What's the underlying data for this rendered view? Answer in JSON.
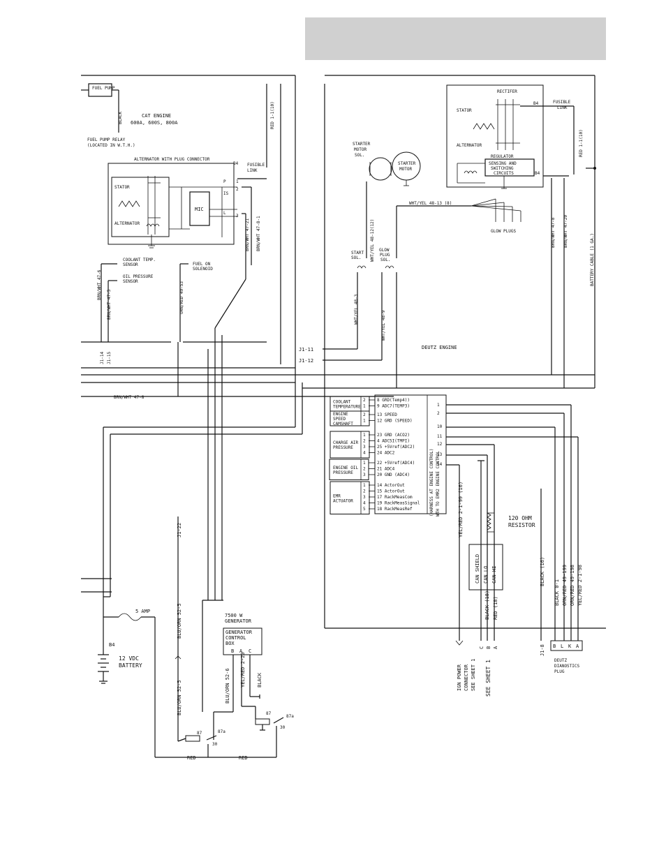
{
  "header": {
    "title": ""
  },
  "cat_section": {
    "fuel_pump": "FUEL PUMP",
    "black_wire": "BLACK",
    "title_line1": "CAT ENGINE",
    "title_line2": "600A, 600S, 800A",
    "fuel_pump_relay_line1": "FUEL PUMP RELAY",
    "fuel_pump_relay_line2": "(LOCATED IN W.T.H.)",
    "red_wire": "RED 1-1(10)",
    "alternator_title": "ALTERNATOR WITH PLUG CONNECTOR",
    "b4": "B4",
    "fusible_link_line1": "FUSIBLE",
    "fusible_link_line2": "LINK",
    "stator": "STATOR",
    "alternator": "ALTERNATOR",
    "mic": "MIC",
    "terminal_p": "P",
    "terminal_is": "IS",
    "terminal_l": "L",
    "pin1": "1",
    "pin2": "2",
    "pin3": "3",
    "brn_wht_47_8_1": "BRN/WHT 47-8-1",
    "brn_wht_47_21": "BRN/WHT 47-21",
    "coolant_sensor_line1": "COOLANT TEMP.",
    "coolant_sensor_line2": "SENSOR",
    "oil_sensor_line1": "OIL PRESSURE",
    "oil_sensor_line2": "SENSOR",
    "fuel_solenoid_line1": "FUEL ON",
    "fuel_solenoid_line2": "SOLENOID",
    "brn_wht_47_6": "BRN/WHT 47-6",
    "brn_wht_47_5": "BRN/WHT 47-5",
    "orn_red_49_53": "ORN/RED 49-53",
    "j1_14": "J1-14",
    "j1_15": "J1-15",
    "brn_wht_47_8": "BRN/WHT 47-8"
  },
  "deutz_section": {
    "starter_motor_sol_line1": "STARTER",
    "starter_motor_sol_line2": "MOTOR",
    "starter_motor_sol_line3": "SOL.",
    "starter_motor_line1": "STARTER",
    "starter_motor_line2": "MOTOR",
    "rectifier": "RECTIFER",
    "stator": "STATOR",
    "alternator": "ALTERNATOR",
    "regulator": "REGULATOR",
    "sensing_line1": "SENSING AND",
    "sensing_line2": "SWITCHING",
    "sensing_line3": "CIRCUITS",
    "b4_top": "B4",
    "b4_bottom": "B4",
    "fusible_link_line1": "FUSIBLE",
    "fusible_link_line2": "LINK",
    "red_wire": "RED 1-1(10)",
    "wht_yel_48_12": "WHT/YEL 48-12(12)",
    "wht_yel_48_13": "WHT/YEL 48-13 (8)",
    "glow_plugs": "GLOW PLUGS",
    "brn_wht_47_8": "BRN/WHT 47-8",
    "brn_wht_47_20": "BRN/WHT 47-20",
    "battery_cable": "BATTERY CABLE (1 GA.)",
    "start_sol_line1": "START",
    "start_sol_line2": "SOL.",
    "glow_plug_sol_line1": "GLOW",
    "glow_plug_sol_line2": "PLUG",
    "glow_plug_sol_line3": "SOL.",
    "wht_yel_48_3": "WHT/YEL 48-3",
    "wht_yel_48_9": "WHT/YEL 48-9",
    "j1_11": "J1-11",
    "j1_12": "J1-12",
    "title": "DEUTZ ENGINE"
  },
  "emr2": {
    "sensors": [
      {
        "name": [
          "COOLANT",
          "TEMPERATURE"
        ],
        "pins": [
          "2",
          "1"
        ],
        "signals": [
          "8 GRD(Temp4))",
          "9 ADC7(TEMP3)"
        ]
      },
      {
        "name": [
          "ENGINE",
          "SPEED",
          "CAMSHAFT"
        ],
        "pins": [
          "2",
          "1"
        ],
        "signals": [
          "13 SPEED",
          "12 GRD (SPEED)"
        ]
      },
      {
        "name": [
          "CHARGE AIR",
          "PRESSURE"
        ],
        "pins": [
          "1",
          "2",
          "3",
          "4"
        ],
        "signals": [
          "23 GRD (ACO2)",
          "4 ADC5I(TMPI)",
          "25 +5Vref(ADC2)",
          "24 ADC2"
        ]
      },
      {
        "name": [
          "ENGINE OIL",
          "PRESSURE"
        ],
        "pins": [
          "1",
          "2",
          "3"
        ],
        "signals": [
          "22 +5Vref(ADC4)",
          "21 ADC4",
          "20 GND (ADC4)"
        ]
      },
      {
        "name": [
          "EMR",
          "ACTUATOR"
        ],
        "pins": [
          "1",
          "2",
          "3",
          "4",
          "5"
        ],
        "signals": [
          "14 ActorOut",
          "15 ActorOut",
          "17 RackMeasCom",
          "19 RackMeasSignal",
          "18 RackMeasRef"
        ]
      }
    ],
    "side_label": "WTH TO EMR2 ENGINE CONTROL",
    "side_label_2": "(HARNESS AT ENGINE CONTROL)",
    "outputs": [
      "1",
      "2",
      "10",
      "11",
      "12",
      "13",
      "14"
    ]
  },
  "lower_right": {
    "yel_red_2_1_99": "YEL/RED 2-1-99 (16)",
    "resistor_line1": "120 OHM",
    "resistor_line2": "RESISTOR",
    "can_shield": "CAN SHIELD",
    "can_lo": "CAN LO",
    "can_hi": "CAN HI",
    "black_16": "BLACK (16)",
    "black_18": "BLACK (18)",
    "red_18": "RED (18)",
    "black_0_1": "BLACK 0-1",
    "orn_red_49_199": "ORN/RED 49-199",
    "orn_red_49_198": "ORN/RED 49-198",
    "yel_red_2_1_98": "YEL/RED 2-1-98",
    "ign_power_line1": "IGN POWER",
    "ign_power_line2": "CONNECTOR",
    "ign_power_line3": "SEE SHEET 1",
    "see_sheet_1": "SEE SHEET 1",
    "pin_c": "C",
    "pin_b": "B",
    "pin_a": "A",
    "j1_8": "J1-8",
    "diag_pins": [
      "B",
      "L",
      "K",
      "A"
    ],
    "diag_line1": "DEUTZ",
    "diag_line2": "DIANOSTICS",
    "diag_line3": "PLUG"
  },
  "lower_left": {
    "j1_22": "J1-22",
    "fuse": "5 AMP",
    "b4": "B4",
    "battery_line1": "12 VDC",
    "battery_line2": "BATTERY",
    "blu_orn_52_5_a": "BLU/ORN 52-5",
    "blu_orn_52_5_b": "BLU/ORN 52-5",
    "generator_line1": "7500 W",
    "generator_line2": "GENERATOR",
    "control_box_line1": "GENERATOR",
    "control_box_line2": "CONTROL",
    "control_box_line3": "BOX",
    "box_pins": [
      "B",
      "A",
      "C"
    ],
    "blu_orn_52_6": "BLU/ORN 52-6",
    "yel_red_2_20": "YEL/RED 2-20",
    "black": "BLACK",
    "relay_87_a": "87",
    "relay_87a_a": "87a",
    "relay_30_a": "30",
    "relay_87_b": "87",
    "relay_87a_b": "87a",
    "relay_30_b": "30",
    "red_a": "RED",
    "red_b": "RED"
  }
}
